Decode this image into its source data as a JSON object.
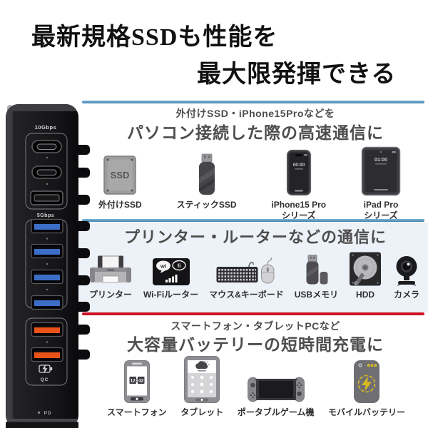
{
  "title": {
    "line1": "最新規格SSDも性能を",
    "line2": "最大限発揮できる"
  },
  "hub": {
    "port_group_top_label": "10Gbps",
    "port_group_mid_label": "5Gbps",
    "quick_charge_label": "QC",
    "pd_label": "▼ PD"
  },
  "colors": {
    "accent_blue_rule": "#4e8fbe",
    "accent_red_rule": "#cd1225",
    "section2_background": "#edf2f8",
    "heading_gray": "#4d4d4d",
    "usb3_port_blue": "#3c6ec8",
    "charge_port_orange": "#e95318",
    "battery_bolt_yellow": "#d8b81f"
  },
  "sections": [
    {
      "subtitle": "外付けSSD・iPhone15Proなどを",
      "title": "パソコン接続した際の高速通信に",
      "items": [
        {
          "label": "外付けSSD",
          "label2": "",
          "badge": "SSD"
        },
        {
          "label": "スティックSSD",
          "label2": ""
        },
        {
          "label": "iPhone15 Pro",
          "label2": "シリーズ",
          "screen": "00:00"
        },
        {
          "label": "iPad Pro",
          "label2": "シリーズ",
          "screen": "01:00"
        }
      ]
    },
    {
      "subtitle": "",
      "title": "プリンター・ルーターなどの通信に",
      "items": [
        {
          "label": "プリンター"
        },
        {
          "label": "Wi-Fiルーター",
          "wifi_left": "wi",
          "wifi_right": "fi"
        },
        {
          "label": "マウス&キーボード"
        },
        {
          "label": "USBメモリ"
        },
        {
          "label": "HDD"
        },
        {
          "label": "カメラ"
        }
      ]
    },
    {
      "subtitle": "スマートフォン・タブレットPCなど",
      "title": "大容量バッテリーの短時間充電に",
      "items": [
        {
          "label": "スマートフォン",
          "screen_h": "12",
          "screen_m": "42"
        },
        {
          "label": "タブレット"
        },
        {
          "label": "ポータブルゲーム機"
        },
        {
          "label": "モバイルバッテリー"
        }
      ]
    }
  ]
}
